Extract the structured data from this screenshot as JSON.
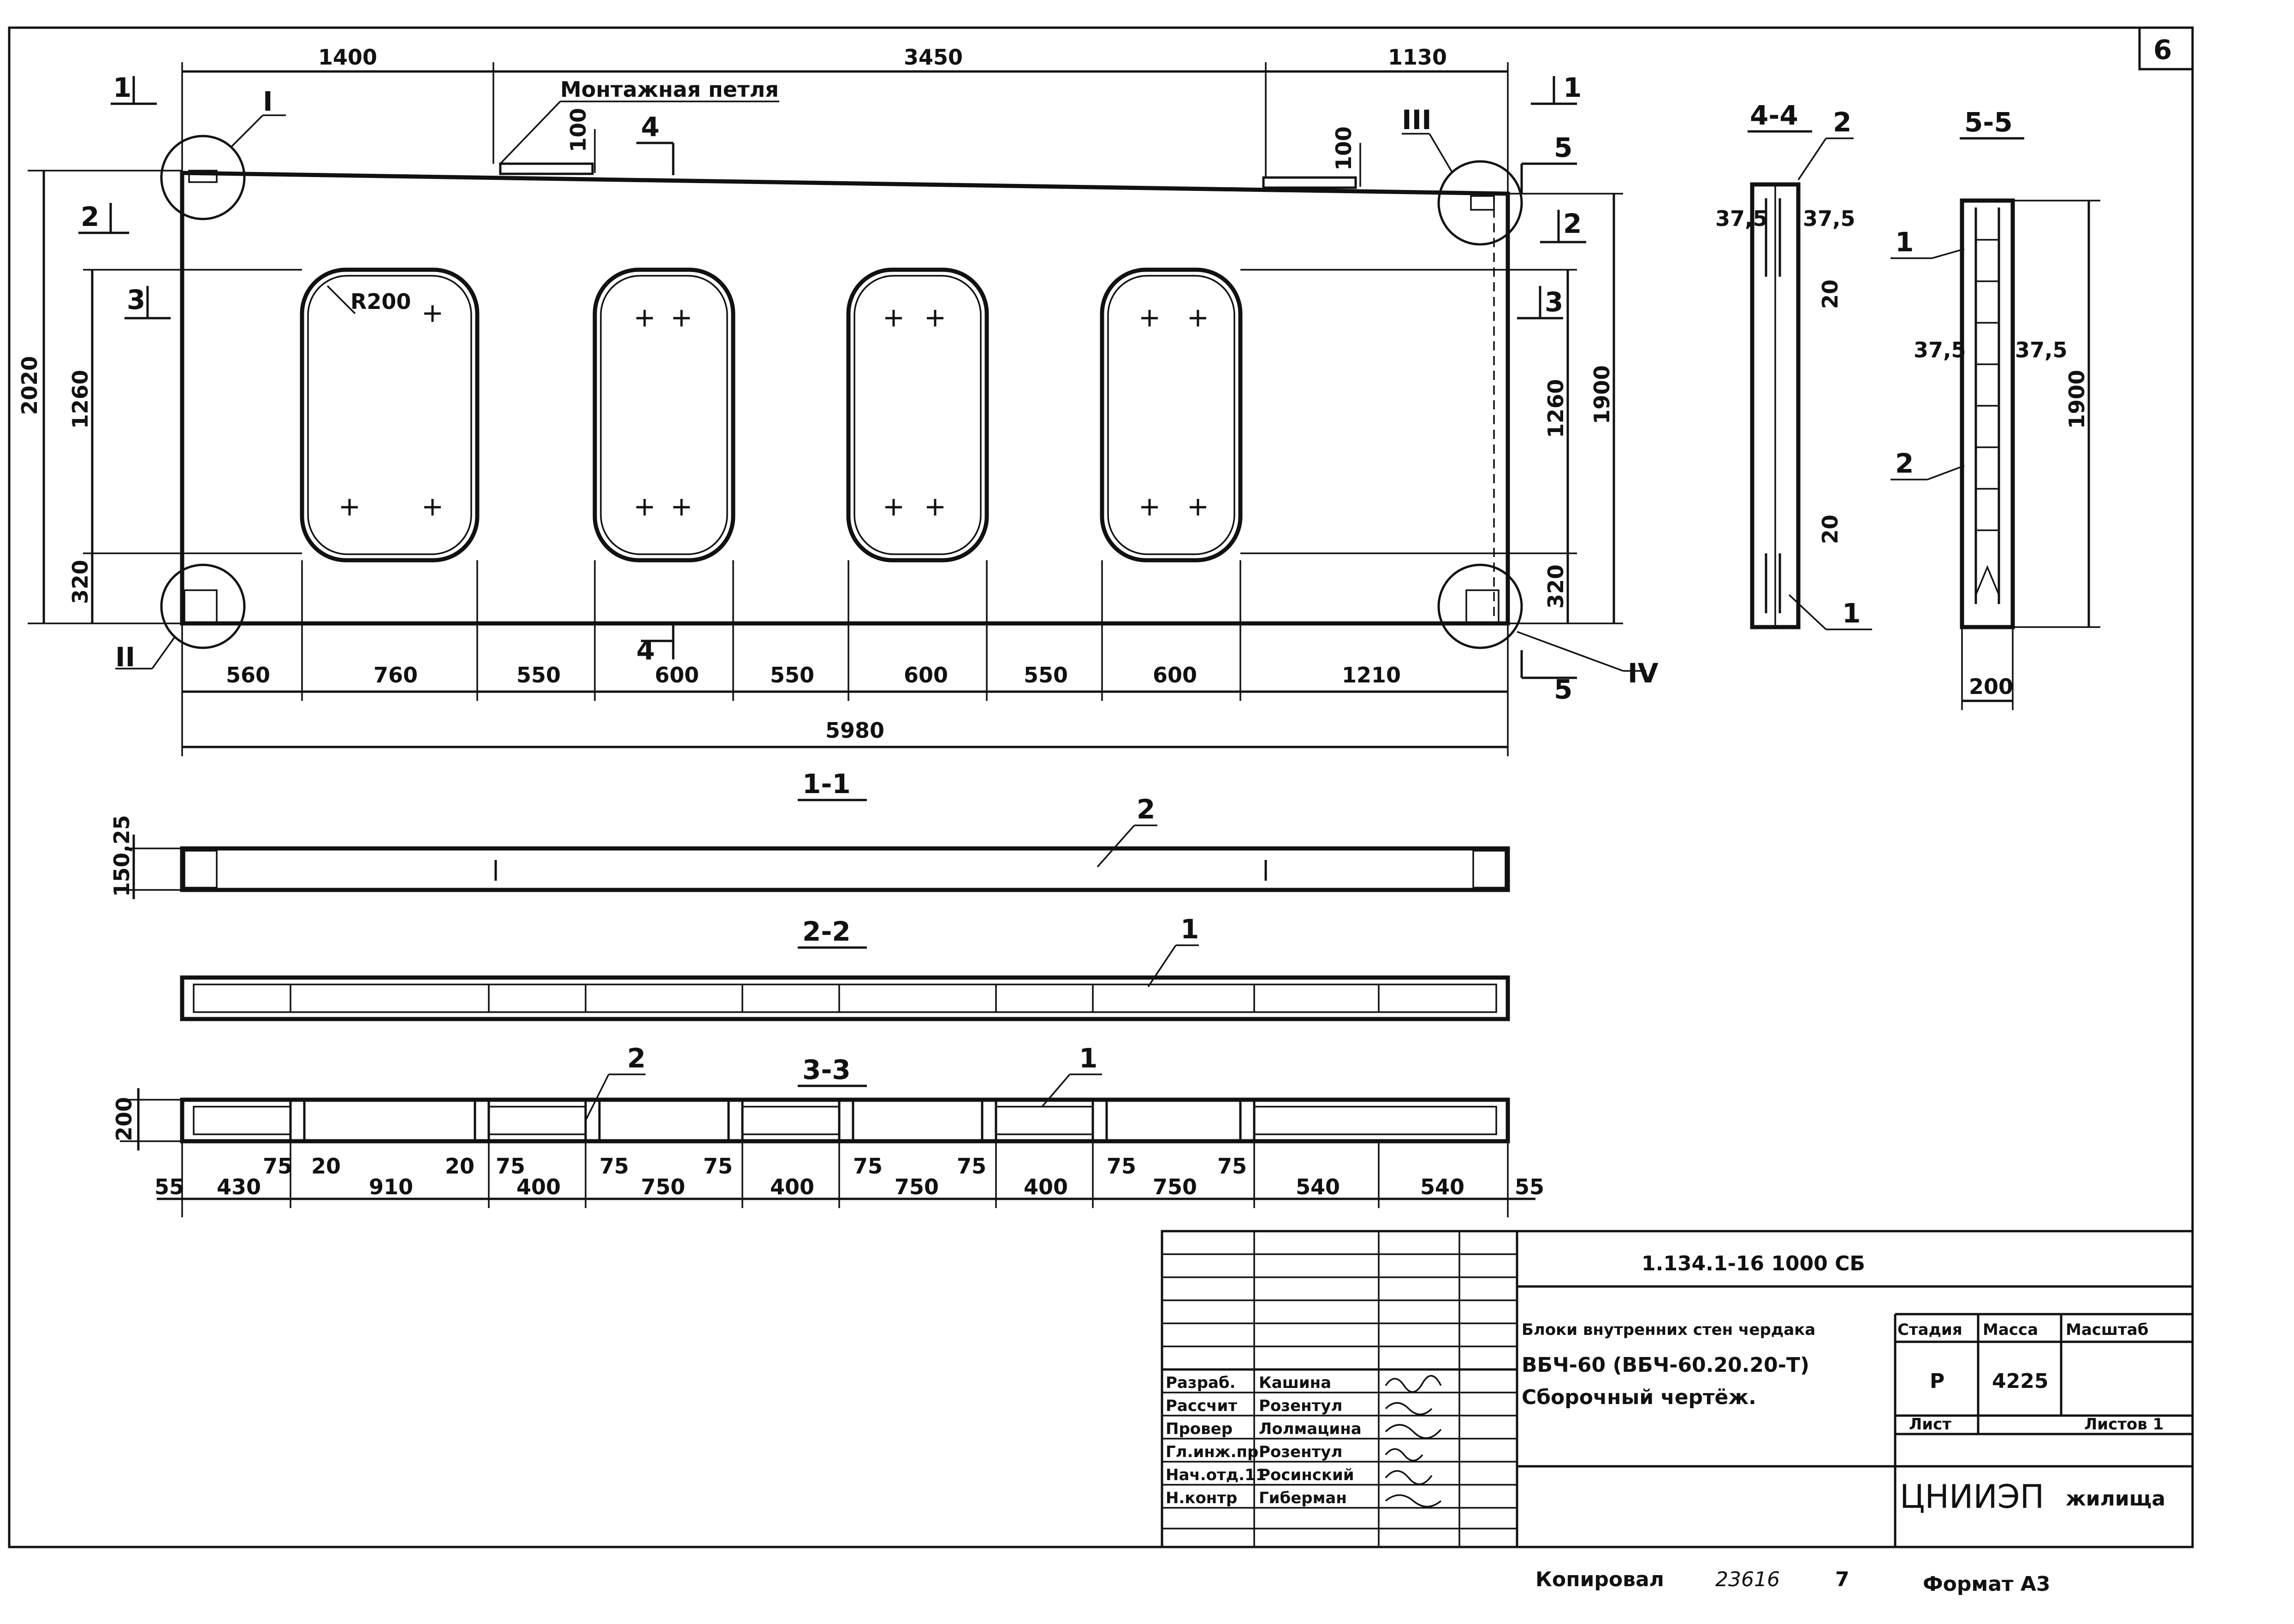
{
  "sheet_number": "6",
  "top_dims": [
    "1400",
    "3450",
    "1130"
  ],
  "lifting_loop_label": "Монтажная петля",
  "loop_height_left": "100",
  "loop_height_right": "100",
  "section_marks": {
    "s1": "1",
    "s2": "2",
    "s3": "3",
    "s4": "4",
    "s5": "5"
  },
  "node_labels": [
    "I",
    "II",
    "III",
    "IV"
  ],
  "radius_label": "R200",
  "left_dims": [
    "2020",
    "1260",
    "320"
  ],
  "right_dims": [
    "1900",
    "1260",
    "320"
  ],
  "bottom_dims": [
    "560",
    "760",
    "550",
    "600",
    "550",
    "600",
    "550",
    "600",
    "1210"
  ],
  "total_length": "5980",
  "section_titles": {
    "s11": "1-1",
    "s22": "2-2",
    "s33": "3-3",
    "s44": "4-4",
    "s55": "5-5"
  },
  "section_11_dim": "150,25",
  "section_33_height": "200",
  "section_33_dims": [
    "55",
    "430",
    "910",
    "400",
    "750",
    "400",
    "750",
    "400",
    "750",
    "540",
    "540",
    "55"
  ],
  "section_33_small": [
    "75",
    "20",
    "20",
    "75",
    "75",
    "75",
    "75",
    "75",
    "75",
    "75"
  ],
  "section_44_dims": [
    "37,5",
    "37,5",
    "20",
    "20"
  ],
  "section_55_dims": [
    "37,5",
    "37,5",
    "1900",
    "200"
  ],
  "callouts": [
    "1",
    "2"
  ],
  "title_block": {
    "code": "1.134.1-16 1000 СБ",
    "title_line1": "Блоки внутренних стен чердака",
    "title_line2": "ВБЧ-60 (ВБЧ-60.20.20-Т)",
    "title_line3": "Сборочный чертёж.",
    "col_stage": "Стадия",
    "col_mass": "Масса",
    "col_scale": "Масштаб",
    "stage": "Р",
    "mass": "4225",
    "sheet": "Лист",
    "sheets": "Листов 1",
    "org_main": "ЦНИИЭП",
    "org_sub": "жилища",
    "roles": [
      "Разраб.",
      "Рассчит",
      "Провер",
      "Гл.инж.пр",
      "Нач.отд.11",
      "Н.контр"
    ],
    "names": [
      "Кашина",
      "Розентул",
      "Лолмацина",
      "Розентул",
      "Росинский",
      "Гиберман"
    ]
  },
  "footer": {
    "copied": "Копировал",
    "copy_no": "23616",
    "copy_seven": "7",
    "format": "Формат А3"
  }
}
